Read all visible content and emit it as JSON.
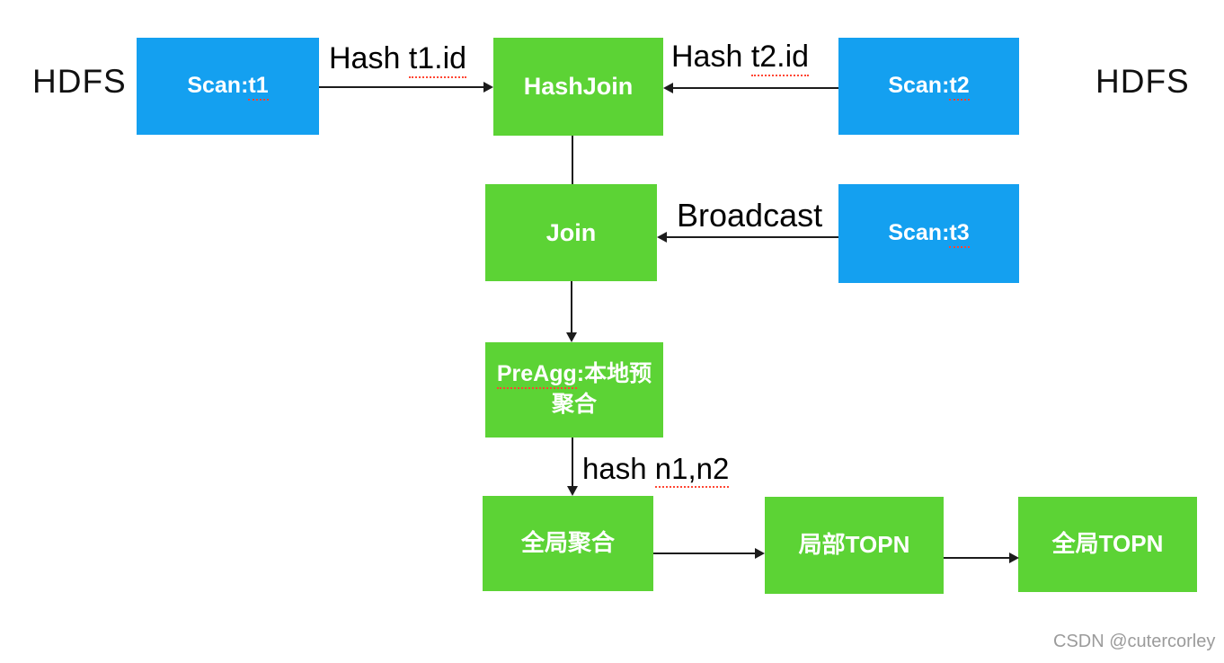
{
  "page": {
    "watermark": "CSDN @cutercorley"
  },
  "diagram": {
    "colors": {
      "scan_node": "#14a0f0",
      "op_node": "#5cd335",
      "node_text": "#ffffff",
      "arrow": "#1c1c1c",
      "label_text": "#000000",
      "squiggle": "#ff4633",
      "watermark": "#9b9b9b"
    },
    "nodes": {
      "hdfs_left": {
        "label": "HDFS"
      },
      "scan_t1": {
        "pre": "Scan:",
        "mark": "t1"
      },
      "hashjoin": {
        "label": "HashJoin"
      },
      "scan_t2": {
        "pre": "Scan:",
        "mark": "t2"
      },
      "hdfs_right": {
        "label": "HDFS"
      },
      "join": {
        "label": "Join"
      },
      "scan_t3": {
        "pre": "Scan:",
        "mark": "t3"
      },
      "preagg": {
        "mark": "PreAgg",
        "post": ":本地预聚合"
      },
      "global_agg": {
        "label": "全局聚合"
      },
      "local_topn": {
        "label": "局部TOPN"
      },
      "global_topn": {
        "label": "全局TOPN"
      }
    },
    "edge_labels": {
      "hash_t1": {
        "pre": "Hash ",
        "mark": "t1.id"
      },
      "hash_t2": {
        "pre": "Hash ",
        "mark": "t2.id"
      },
      "broadcast": {
        "label": "Broadcast"
      },
      "hash_n1n2": {
        "pre": "hash ",
        "mark": "n1,n2"
      }
    }
  }
}
